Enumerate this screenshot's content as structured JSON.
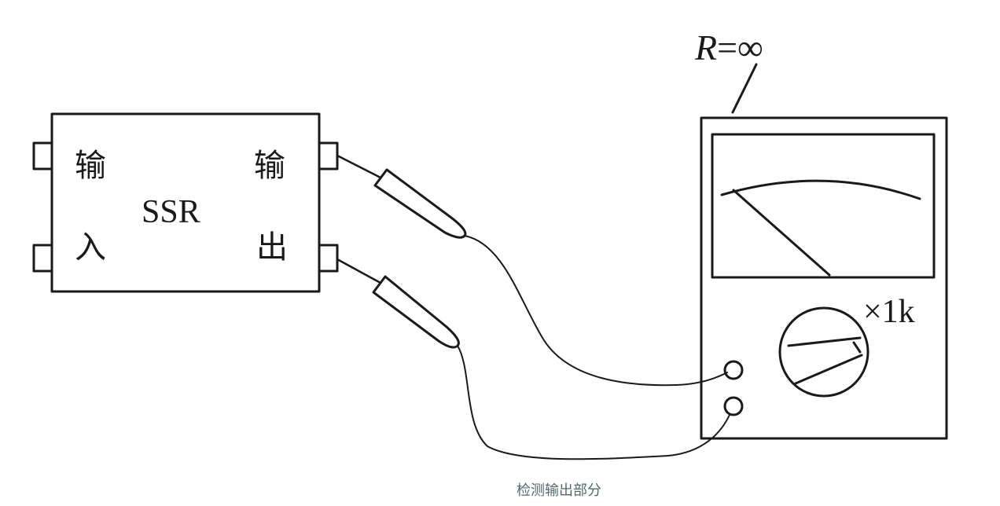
{
  "ssr_box": {
    "input_label_top": "输",
    "input_label_bottom": "入",
    "name": "SSR",
    "output_label_top": "输",
    "output_label_bottom": "出"
  },
  "meter": {
    "resistance_symbol": "R",
    "resistance_value": "=∞",
    "range_label": "×1k"
  },
  "caption": "检测输出部分",
  "colors": {
    "line": "#1a1a1a",
    "background": "#ffffff",
    "caption": "#4f6b6e"
  }
}
